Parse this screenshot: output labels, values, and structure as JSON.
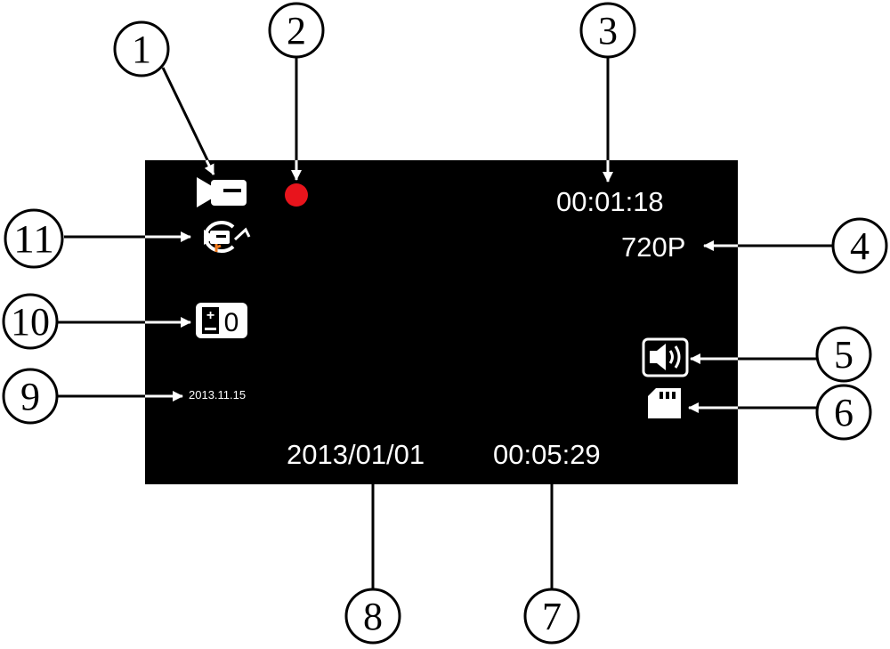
{
  "screen": {
    "elapsed_time": "00:01:18",
    "resolution": "720P",
    "exposure_value": "0",
    "date_stamp": "2013.11.15",
    "date": "2013/01/01",
    "clock": "00:05:29"
  },
  "icons": {
    "record_mode": "video-camera-icon",
    "recording_status": "record-dot-icon",
    "loop_recording": "loop-recording-icon",
    "exposure": "exposure-compensation-icon",
    "audio": "speaker-icon",
    "storage": "sd-card-icon"
  },
  "callouts": [
    "1",
    "2",
    "3",
    "4",
    "5",
    "6",
    "7",
    "8",
    "9",
    "10",
    "11"
  ],
  "colors": {
    "screen_background": "#000000",
    "recording_dot": "#e8141c",
    "loop_accent": "#f07a1e",
    "screen_text": "#ffffff"
  }
}
